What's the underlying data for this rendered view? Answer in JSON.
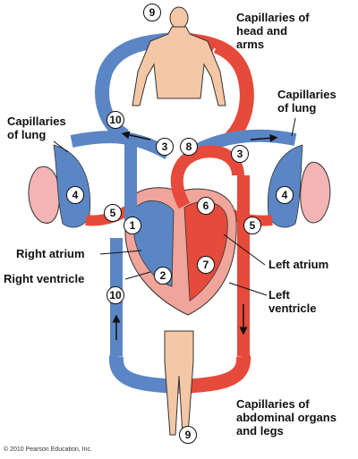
{
  "labels": {
    "cap_head": [
      "Capillaries of",
      "head and",
      "arms"
    ],
    "cap_lung_left": [
      "Capillaries",
      "of lung"
    ],
    "cap_lung_right": [
      "Capillaries",
      "of lung"
    ],
    "right_atrium": "Right atrium",
    "right_ventricle": "Right ventricle",
    "left_atrium": "Left atrium",
    "left_ventricle": [
      "Left",
      "ventricle"
    ],
    "cap_abdominal": [
      "Capillaries of",
      "abdominal organs",
      "and legs"
    ]
  },
  "steps": {
    "n9_top": "9",
    "n10_upper": "10",
    "n3_left": "3",
    "n8": "8",
    "n3_right": "3",
    "n4_left": "4",
    "n4_right": "4",
    "n5_left": "5",
    "n5_right": "5",
    "n1": "1",
    "n6": "6",
    "n2": "2",
    "n7": "7",
    "n10_lower": "10",
    "n9_bottom": "9"
  },
  "copyright": "© 2010 Pearson Education, Inc.",
  "colors": {
    "oxygen_poor": "#5b86c5",
    "oxygen_rich": "#e64a3a",
    "lung": "#f2b5b3",
    "heart": "#f0a49a",
    "skin": "#f4c7a6"
  }
}
